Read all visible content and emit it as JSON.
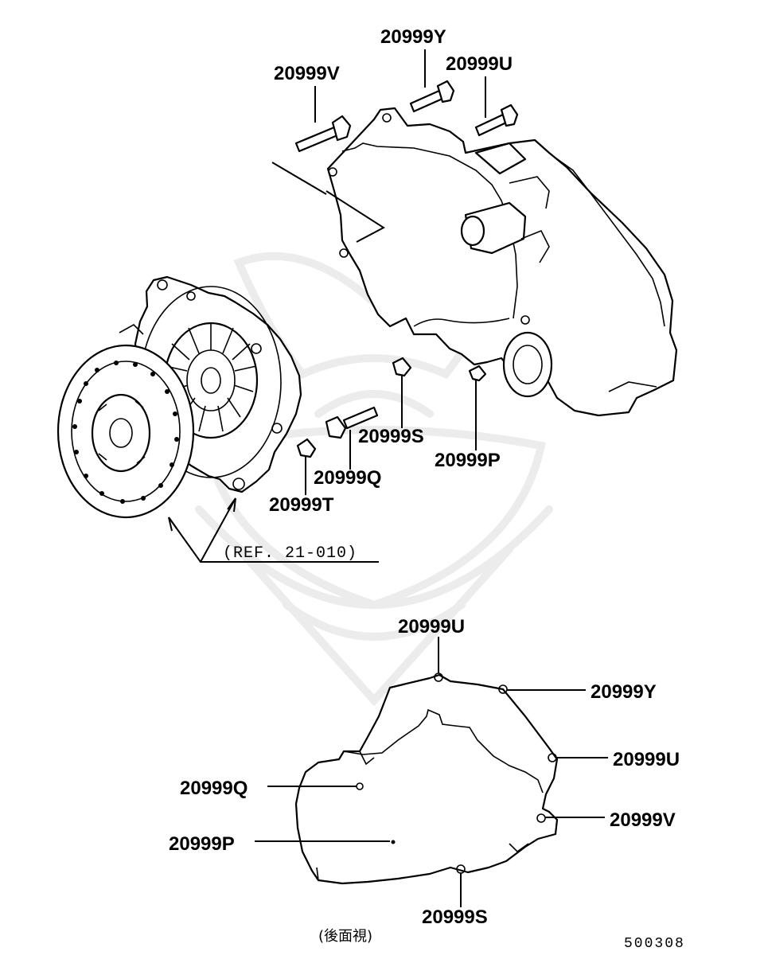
{
  "diagram": {
    "upper_view": {
      "labels": {
        "v": "20999V",
        "y": "20999Y",
        "u": "20999U",
        "s": "20999S",
        "p": "20999P",
        "q": "20999Q",
        "t": "20999T"
      },
      "reference": "(REF. 21-010)"
    },
    "rear_view": {
      "labels": {
        "u_top": "20999U",
        "y": "20999Y",
        "u_right": "20999U",
        "v": "20999V",
        "q": "20999Q",
        "p": "20999P",
        "s": "20999S"
      },
      "caption": "(後面視)"
    },
    "diagram_code": "500308"
  },
  "colors": {
    "line": "#000000",
    "background": "#ffffff",
    "watermark": "#ececec"
  }
}
